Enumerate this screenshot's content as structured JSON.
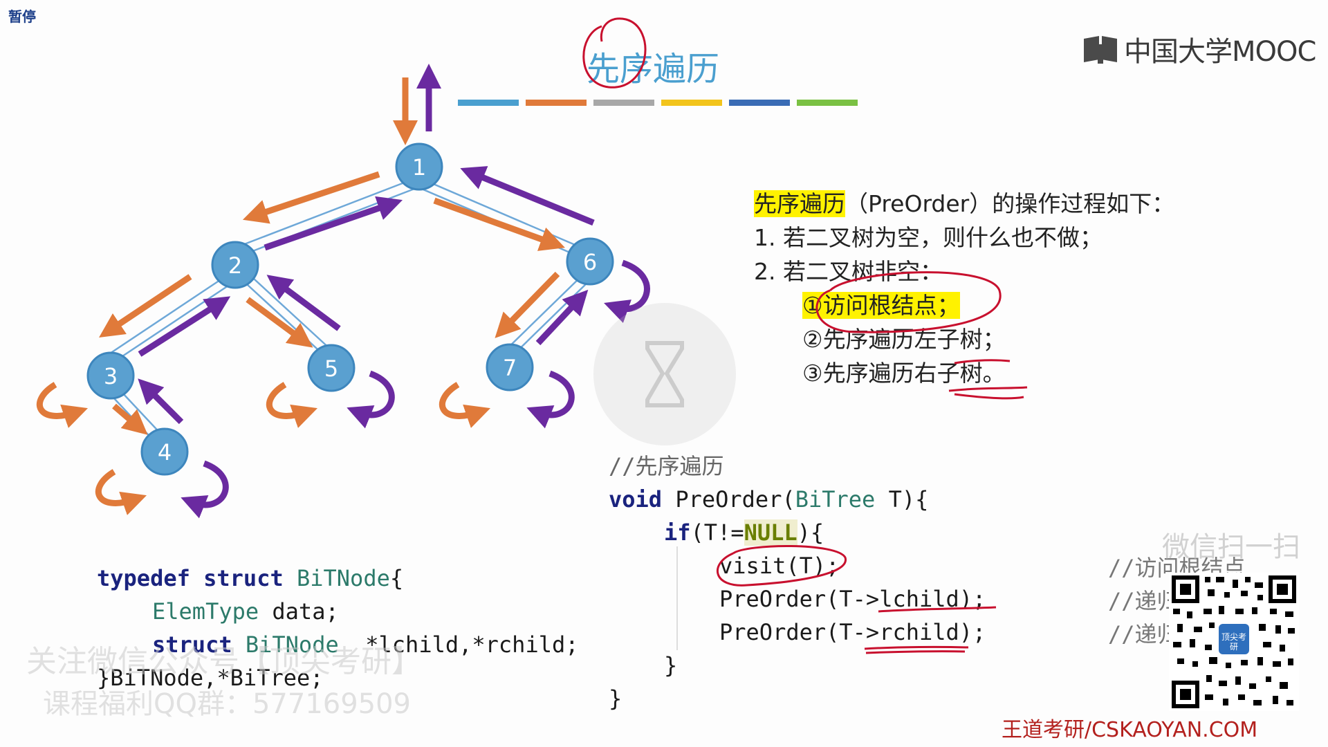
{
  "pause_label": "暂停",
  "logo_text": "中国大学MOOC",
  "title": "先序遍历",
  "color_bars": [
    "#4a9fcf",
    "#e07a3a",
    "#a8a8a8",
    "#f2c41c",
    "#3a6cb5",
    "#7ac143"
  ],
  "tree": {
    "node_color": "#5aa0d0",
    "arrow_down_color": "#e07a3a",
    "arrow_up_color": "#6a2aa0",
    "nodes": [
      "1",
      "2",
      "3",
      "4",
      "5",
      "6",
      "7"
    ]
  },
  "description": {
    "line1_hl": "先序遍历",
    "line1_rest": "（PreOrder）的操作过程如下：",
    "line2": "1.  若二叉树为空，则什么也不做；",
    "line3": "2.  若二叉树非空：",
    "step1": "①访问根结点；",
    "step2": "②先序遍历左子树；",
    "step3": "③先序遍历右子树。"
  },
  "code_struct": {
    "l1_kw": "typedef struct",
    "l1_ty": " BiTNode",
    "l1_end": "{",
    "l2_ty": "ElemType",
    "l2_rest": " data;",
    "l3_kw": "struct",
    "l3_ty": " BiTNode",
    "l3_rest": "  *lchild,*rchild;",
    "l4": "}BiTNode,*BiTree;"
  },
  "code_func": {
    "comment": "//先序遍历",
    "l2_kw": "void",
    "l2_mid": " PreOrder(",
    "l2_ty": "BiTree",
    "l2_end": " T){",
    "l3_kw": "if",
    "l3_mid": "(T!=",
    "l3_null": "NULL",
    "l3_end": "){",
    "l4": "visit(T);",
    "l5": "PreOrder(T->lchild);",
    "l6": "PreOrder(T->rchild);",
    "l7": "}",
    "l8": "}"
  },
  "right_comments": [
    "//访问根结点",
    "//递归",
    "//递归"
  ],
  "watermark_1": "关注微信公众号【顶尖考研】",
  "watermark_2": "课程福利QQ群：577169509",
  "wechat_scan": "微信扫一扫",
  "qr_badge": "顶尖考研",
  "footer": "王道考研/CSKAOYAN.COM"
}
